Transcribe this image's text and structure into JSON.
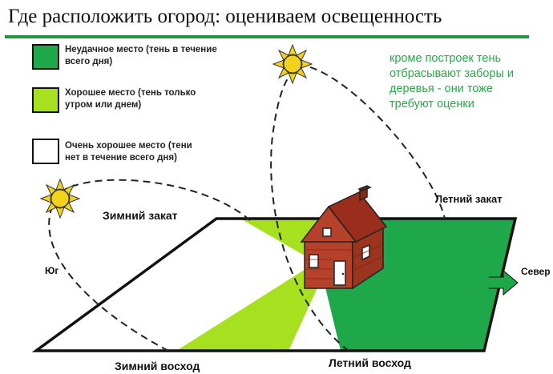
{
  "title": "Где расположить огород: оцениваем освещенность",
  "legend": [
    {
      "label_line1": "Неудачное место (тень в течение",
      "label_line2": "всего дня)",
      "color": "#1fa84a"
    },
    {
      "label_line1": "Хорошее место (тень только",
      "label_line2": "утром или днем)",
      "color": "#a6e01e"
    },
    {
      "label_line1": "Очень хорошее место (тени",
      "label_line2": "нет в течение всего дня)",
      "color": "#ffffff"
    }
  ],
  "note": "кроме построек   тень отбрасывают заборы и деревья - они тоже требуют оценки",
  "labels": {
    "winter_sunset": "Зимний закат",
    "summer_sunset": "Летний закат",
    "south": "Юг",
    "north": "Север",
    "winter_sunrise": "Зимний восход",
    "summer_sunrise": "Летний восход"
  },
  "colors": {
    "title_line": "#1f9a3b",
    "dark_green": "#1fa84a",
    "light_green": "#a6e01e",
    "sun": "#f2d21c",
    "house_brick": "#b5412a",
    "house_roof": "#9a2d1c",
    "note_text": "#2aa84a"
  }
}
